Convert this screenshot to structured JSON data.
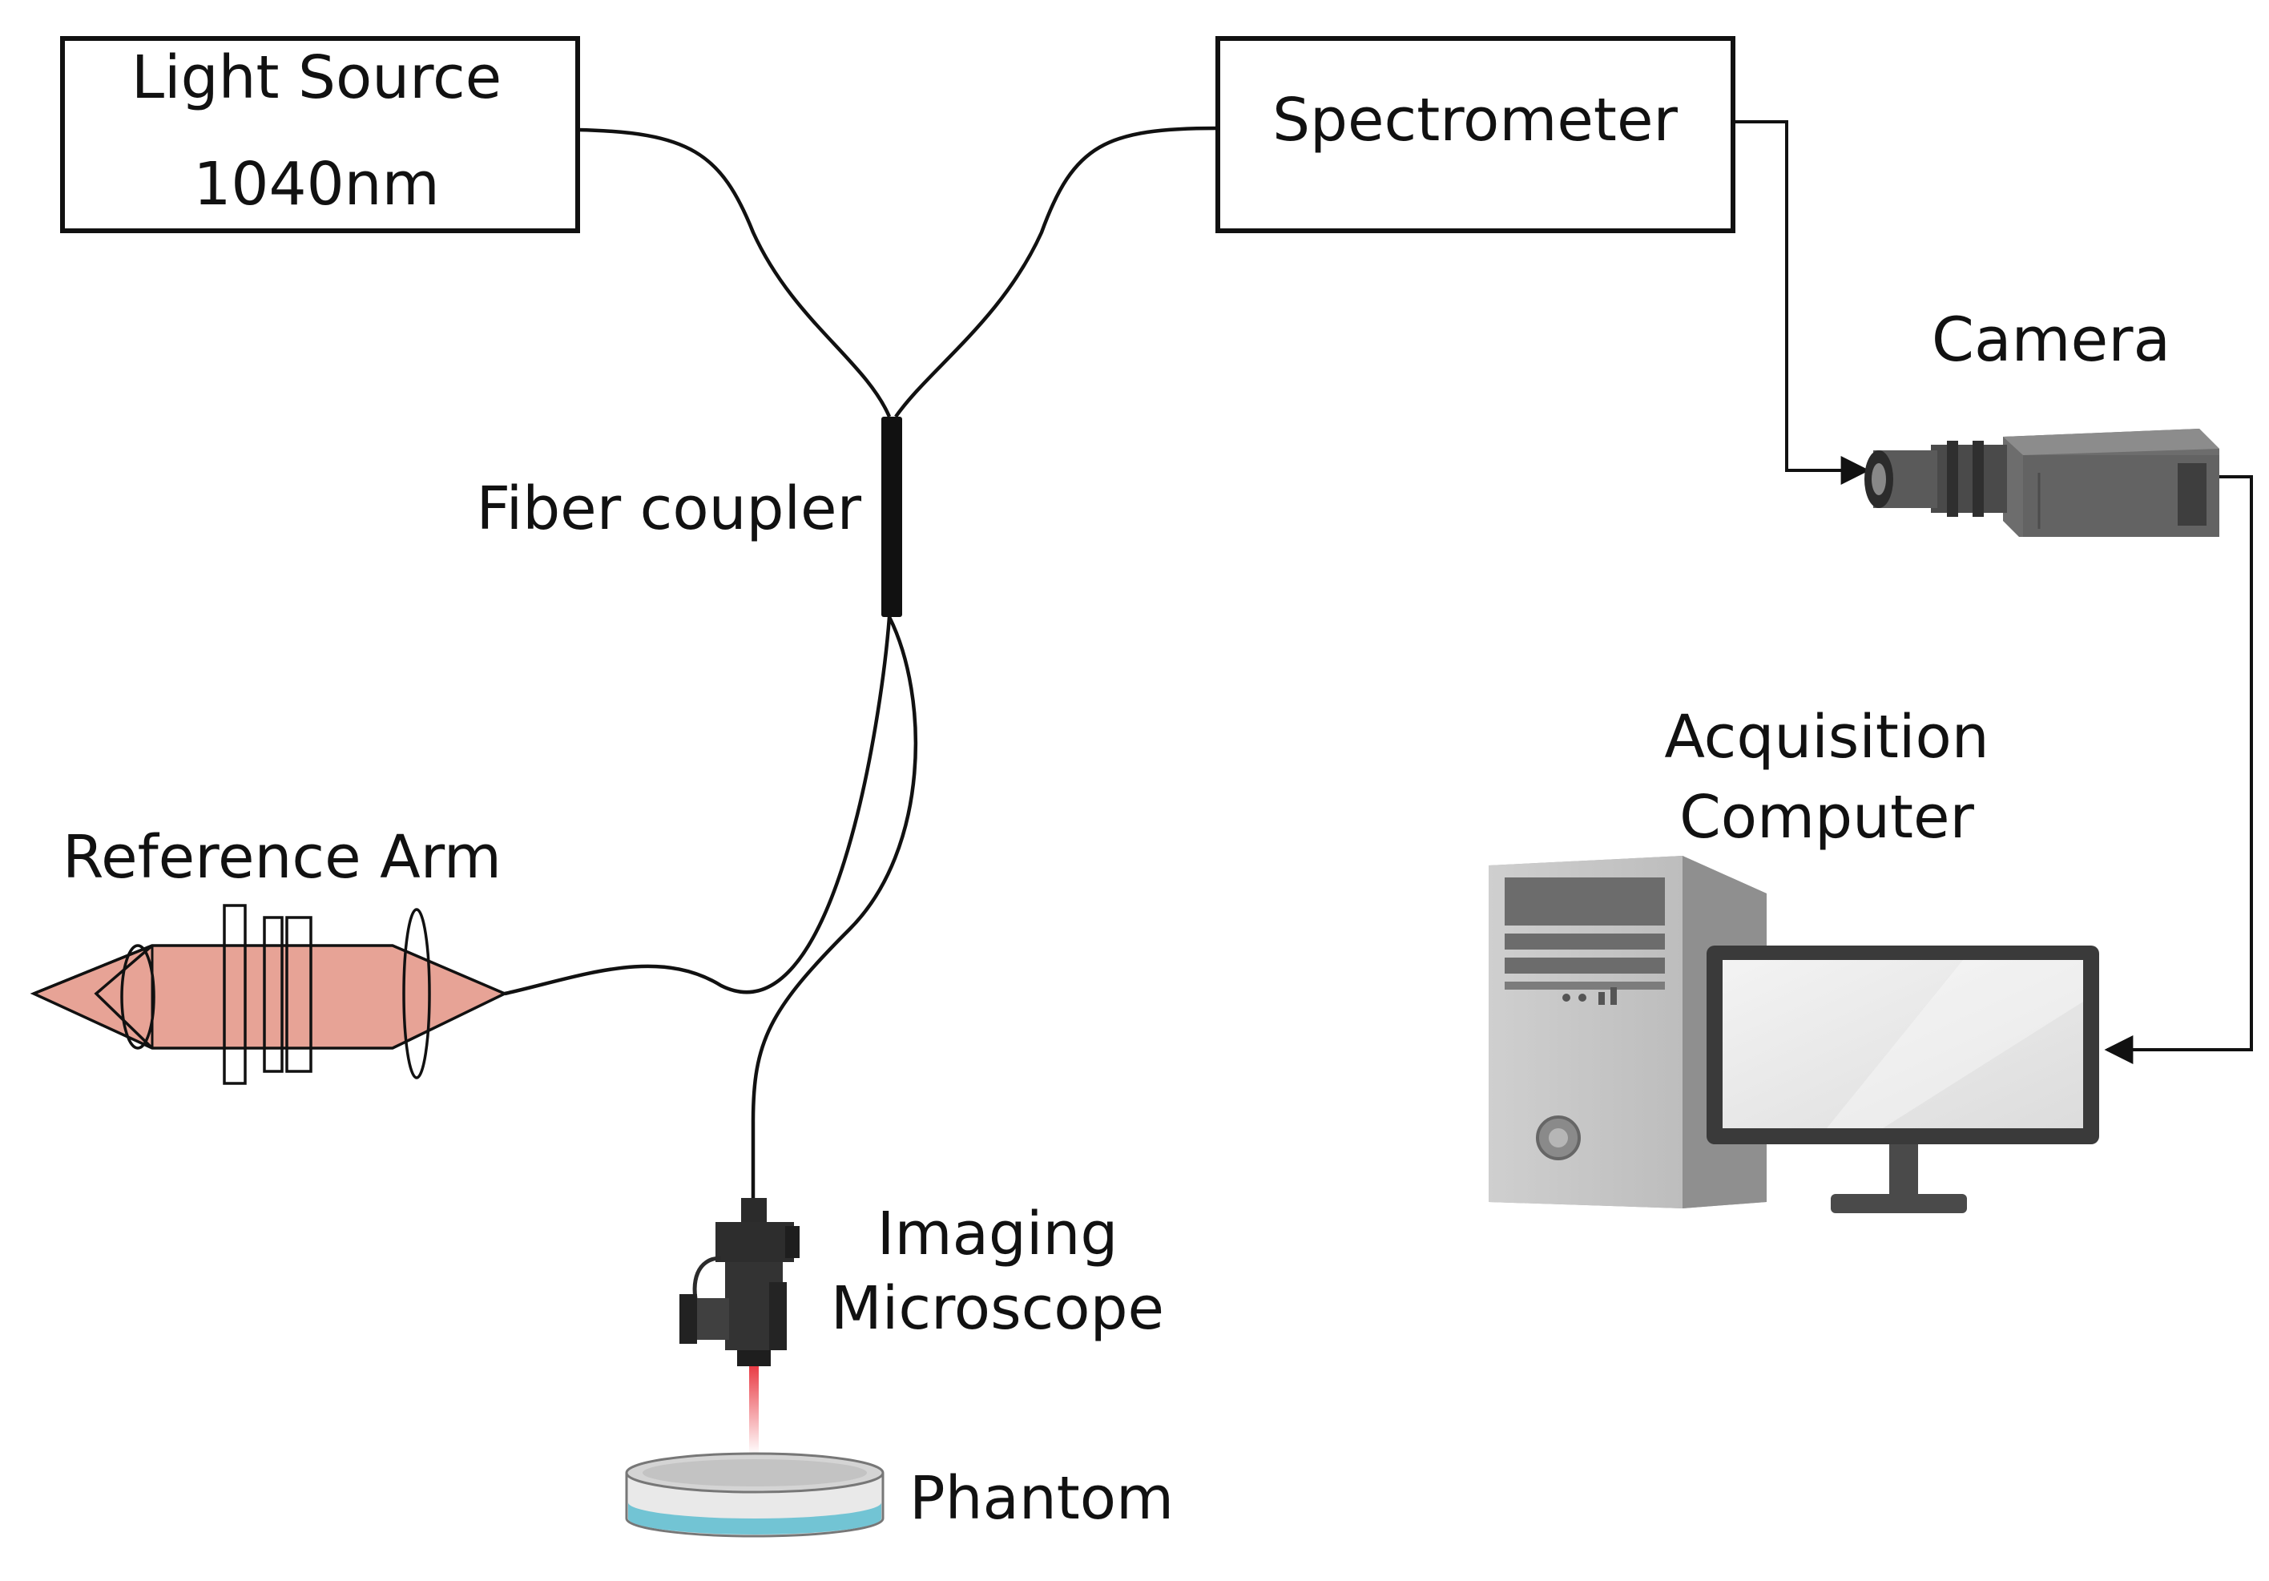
{
  "labels": {
    "light_source_line1": "Light Source",
    "light_source_line2": "1040nm",
    "spectrometer": "Spectrometer",
    "camera": "Camera",
    "fiber_coupler": "Fiber coupler",
    "acquisition_line1": "Acquisition",
    "acquisition_line2": "Computer",
    "reference_arm": "Reference Arm",
    "imaging_line1": "Imaging",
    "imaging_line2": "Microscope",
    "phantom": "Phantom"
  },
  "colors": {
    "line": "#111111",
    "reference_beam": "#e7a396",
    "laser": "#e8323c",
    "phantom_liquid": "#72c4d4",
    "device_gray": "#7a7a7a"
  }
}
